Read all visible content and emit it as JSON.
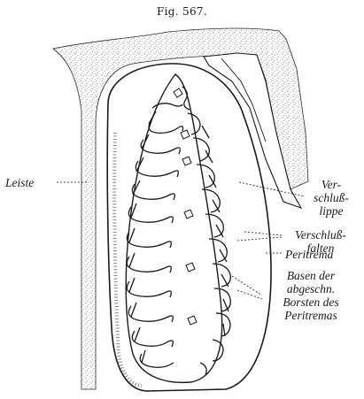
{
  "figure": {
    "number": "Fig. 567."
  },
  "labels": {
    "leiste": "Leiste",
    "verschlusslippe": [
      "Ver-",
      "schluß-",
      "lippe"
    ],
    "verschlussfalten": [
      "Verschluß-",
      "falten"
    ],
    "peritrema": "Peritrema",
    "basen": [
      "Basen der",
      "abgeschn.",
      "Borsten des",
      "Peritremas"
    ]
  },
  "colors": {
    "ink": "#1a1a1a",
    "stipple": "#6b6b6b",
    "paper": "#ffffff"
  }
}
